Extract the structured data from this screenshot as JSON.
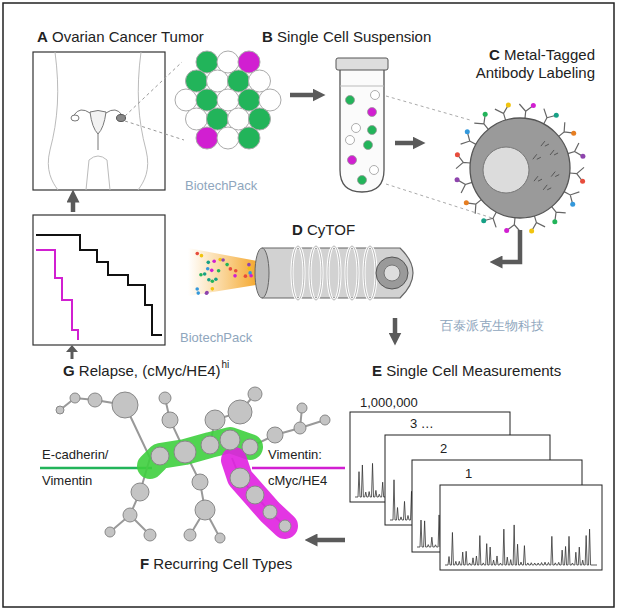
{
  "diagram": {
    "nodes": [
      {
        "text": [
          "A Ovarian Cancer Tumor"
        ]
      },
      {
        "text": [
          "B Single Cell Suspension"
        ]
      },
      {
        "text": [
          "C Metal-Tagged Antibody Labeling"
        ]
      },
      {
        "text": [
          "D CyTOF"
        ]
      },
      {
        "text": [
          "E Single Cell Measurements",
          "1,000,000",
          "3 …",
          "2",
          "1"
        ]
      },
      {
        "text": [
          "F Recurring Cell Types",
          "E-cadherin/ Vimentin",
          "Vimentin: cMyc/HE4"
        ]
      },
      {
        "text": [
          "G Relapse, (cMyc/HE4)",
          "hi"
        ]
      }
    ],
    "edges": [
      {
        "from": 0,
        "to": 1,
        "arrow": "to"
      },
      {
        "from": 1,
        "to": 2,
        "arrow": "to"
      },
      {
        "from": 2,
        "to": 3,
        "arrow": "to"
      },
      {
        "from": 3,
        "to": 4,
        "arrow": "to"
      },
      {
        "from": 4,
        "to": 5,
        "arrow": "to"
      },
      {
        "from": 6,
        "to": 0,
        "arrow": "to"
      }
    ],
    "labels": [
      "BiotechPack",
      "百泰派克生物科技",
      "BiotechPack"
    ]
  }
}
